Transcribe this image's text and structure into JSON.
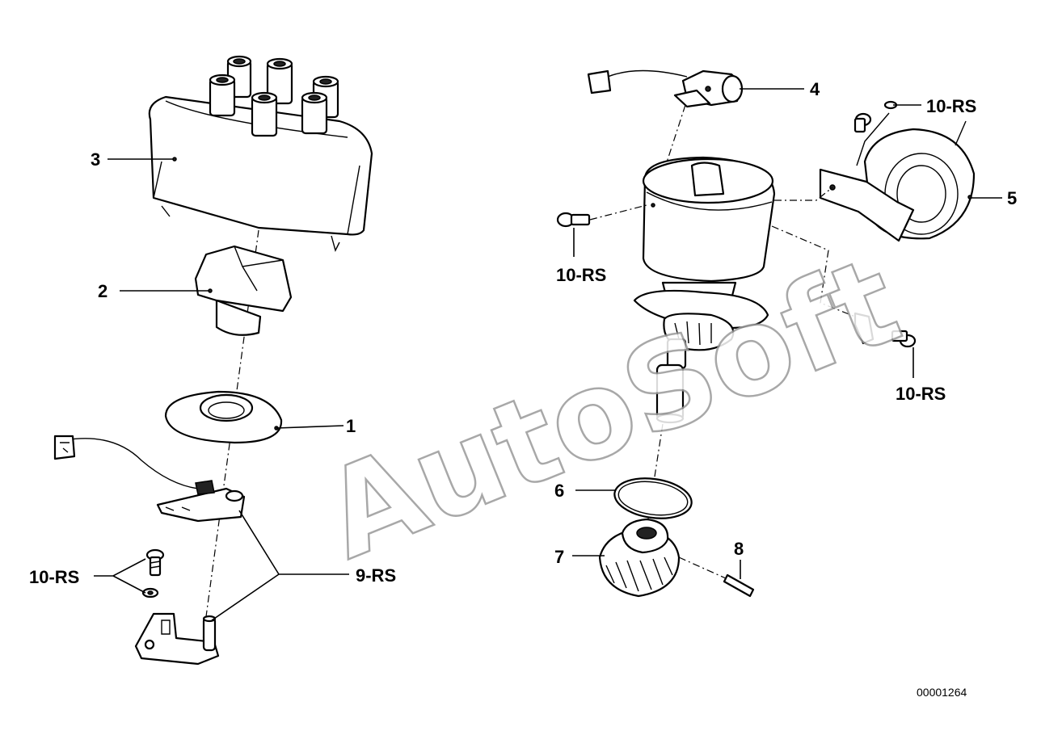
{
  "diagram": {
    "watermark": "AutoSoft",
    "document_number": "00001264",
    "callouts": [
      {
        "id": "c1",
        "text": "1"
      },
      {
        "id": "c2",
        "text": "2"
      },
      {
        "id": "c3",
        "text": "3"
      },
      {
        "id": "c4",
        "text": "4"
      },
      {
        "id": "c5",
        "text": "5"
      },
      {
        "id": "c6",
        "text": "6"
      },
      {
        "id": "c7",
        "text": "7"
      },
      {
        "id": "c8",
        "text": "8"
      },
      {
        "id": "c9",
        "text": "9-RS"
      },
      {
        "id": "c10a",
        "text": "10-RS"
      },
      {
        "id": "c10b",
        "text": "10-RS"
      },
      {
        "id": "c10c",
        "text": "10-RS"
      },
      {
        "id": "c10d",
        "text": "10-RS"
      }
    ]
  }
}
